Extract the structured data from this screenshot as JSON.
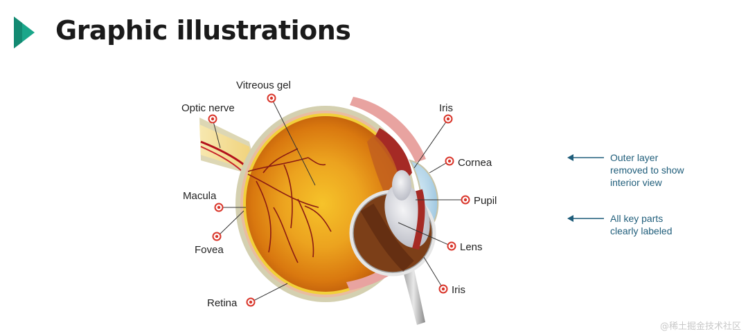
{
  "slide": {
    "title": "Graphic illustrations",
    "accent_color": "#1aa68a"
  },
  "diagram": {
    "labels": {
      "vitreous_gel": "Vitreous gel",
      "optic_nerve": "Optic nerve",
      "macula": "Macula",
      "fovea": "Fovea",
      "retina": "Retina",
      "iris_top": "Iris",
      "cornea": "Cornea",
      "pupil": "Pupil",
      "lens": "Lens",
      "iris_bottom": "Iris"
    },
    "marker_color": "#d9352a"
  },
  "notes": {
    "note1_line1": "Outer layer",
    "note1_line2": "removed to show",
    "note1_line3": "interior view",
    "note2_line1": "All key parts",
    "note2_line2": "clearly labeled",
    "color": "#1f5d7a"
  },
  "watermark": "@稀土掘金技术社区"
}
